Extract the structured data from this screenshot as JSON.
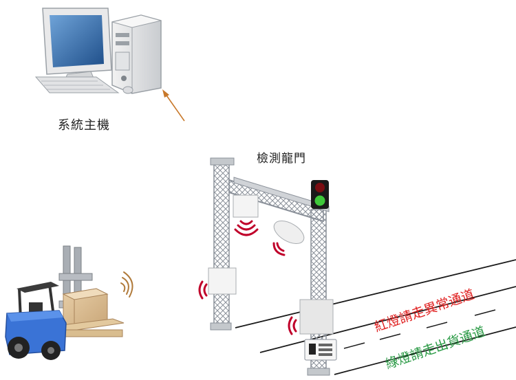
{
  "labels": {
    "host": "系統主機",
    "gate": "檢測龍門",
    "red_lane": "紅燈請走異常通道",
    "green_lane": "綠燈請走出貨通道"
  },
  "colors": {
    "red_text": "#e02020",
    "green_text": "#2a9a45",
    "arrow": "#c8782a",
    "signal": "#c0002a",
    "forklift_body": "#3a73d6",
    "truss": "#8a9099"
  },
  "icons": [
    "computer-icon",
    "forklift-icon",
    "rfid-signal-icon",
    "traffic-light-icon",
    "truss-gate-icon",
    "rfid-reader-icon"
  ]
}
